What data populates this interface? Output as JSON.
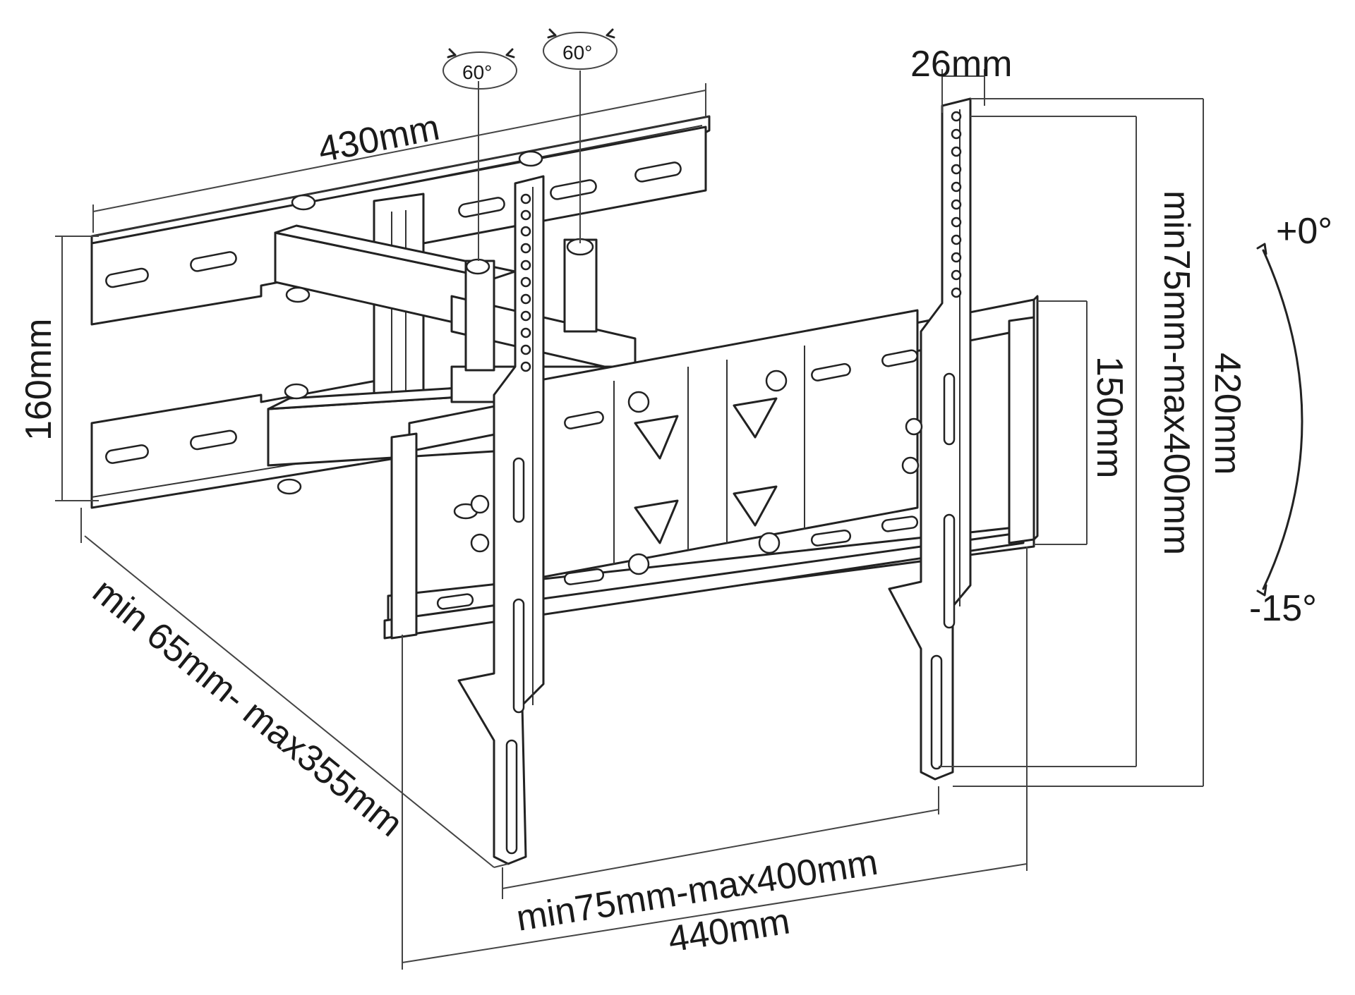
{
  "labels": {
    "top_width": "430mm",
    "left_height": "160mm",
    "swivel_left": "60°",
    "swivel_right": "60°",
    "plate_bar_width": "26mm",
    "vesa_vertical": "min75mm-max400mm",
    "vertical_spacing": "150mm",
    "total_height": "420mm",
    "tilt_up": "+0°",
    "tilt_down": "-15°",
    "extension": "min 65mm- max355mm",
    "vesa_horizontal": "min75mm-max400mm",
    "total_width": "440mm"
  }
}
